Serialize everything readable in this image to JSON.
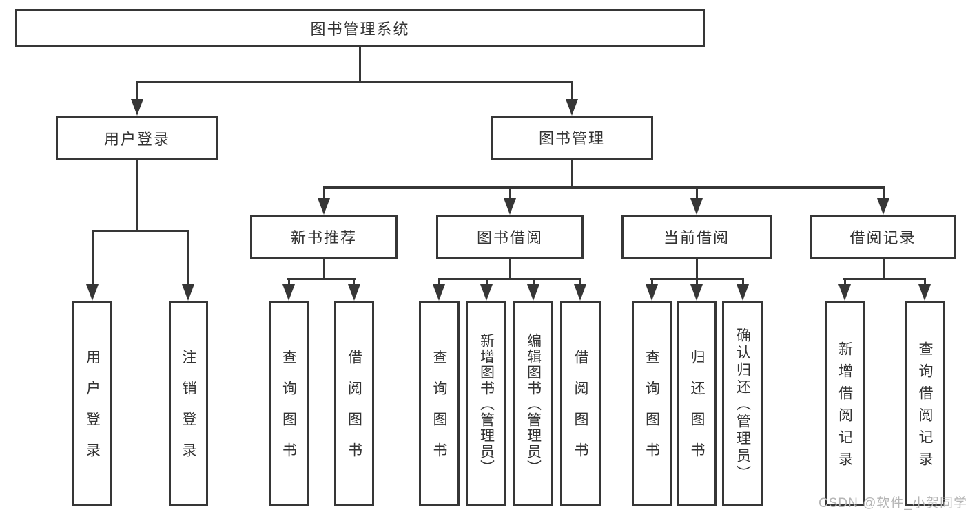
{
  "colors": {
    "line": "#363636",
    "box_border": "#363636",
    "text": "#333333",
    "background": "#ffffff",
    "watermark": "#b5b5b5"
  },
  "diagram": {
    "root": {
      "label": "图书管理系统"
    },
    "level2": [
      {
        "label": "用户登录"
      },
      {
        "label": "图书管理"
      }
    ],
    "level3": [
      {
        "label": "新书推荐"
      },
      {
        "label": "图书借阅"
      },
      {
        "label": "当前借阅"
      },
      {
        "label": "借阅记录"
      }
    ],
    "leaves": {
      "user_login": [
        {
          "label": "用户登录"
        },
        {
          "label": "注销登录"
        }
      ],
      "new_book": [
        {
          "label": "查询图书"
        },
        {
          "label": "借阅图书"
        }
      ],
      "book_borrow": [
        {
          "label": "查询图书"
        },
        {
          "label": "新增图书（管理员）"
        },
        {
          "label": "编辑图书（管理员）"
        },
        {
          "label": "借阅图书"
        }
      ],
      "current_borrow": [
        {
          "label": "查询图书"
        },
        {
          "label": "归还图书"
        },
        {
          "label": "确认归还（管理员）"
        }
      ],
      "borrow_record": [
        {
          "label": "新增借阅记录"
        },
        {
          "label": "查询借阅记录"
        }
      ]
    }
  },
  "watermark": {
    "text": "CSDN @软件_小贺同学"
  }
}
